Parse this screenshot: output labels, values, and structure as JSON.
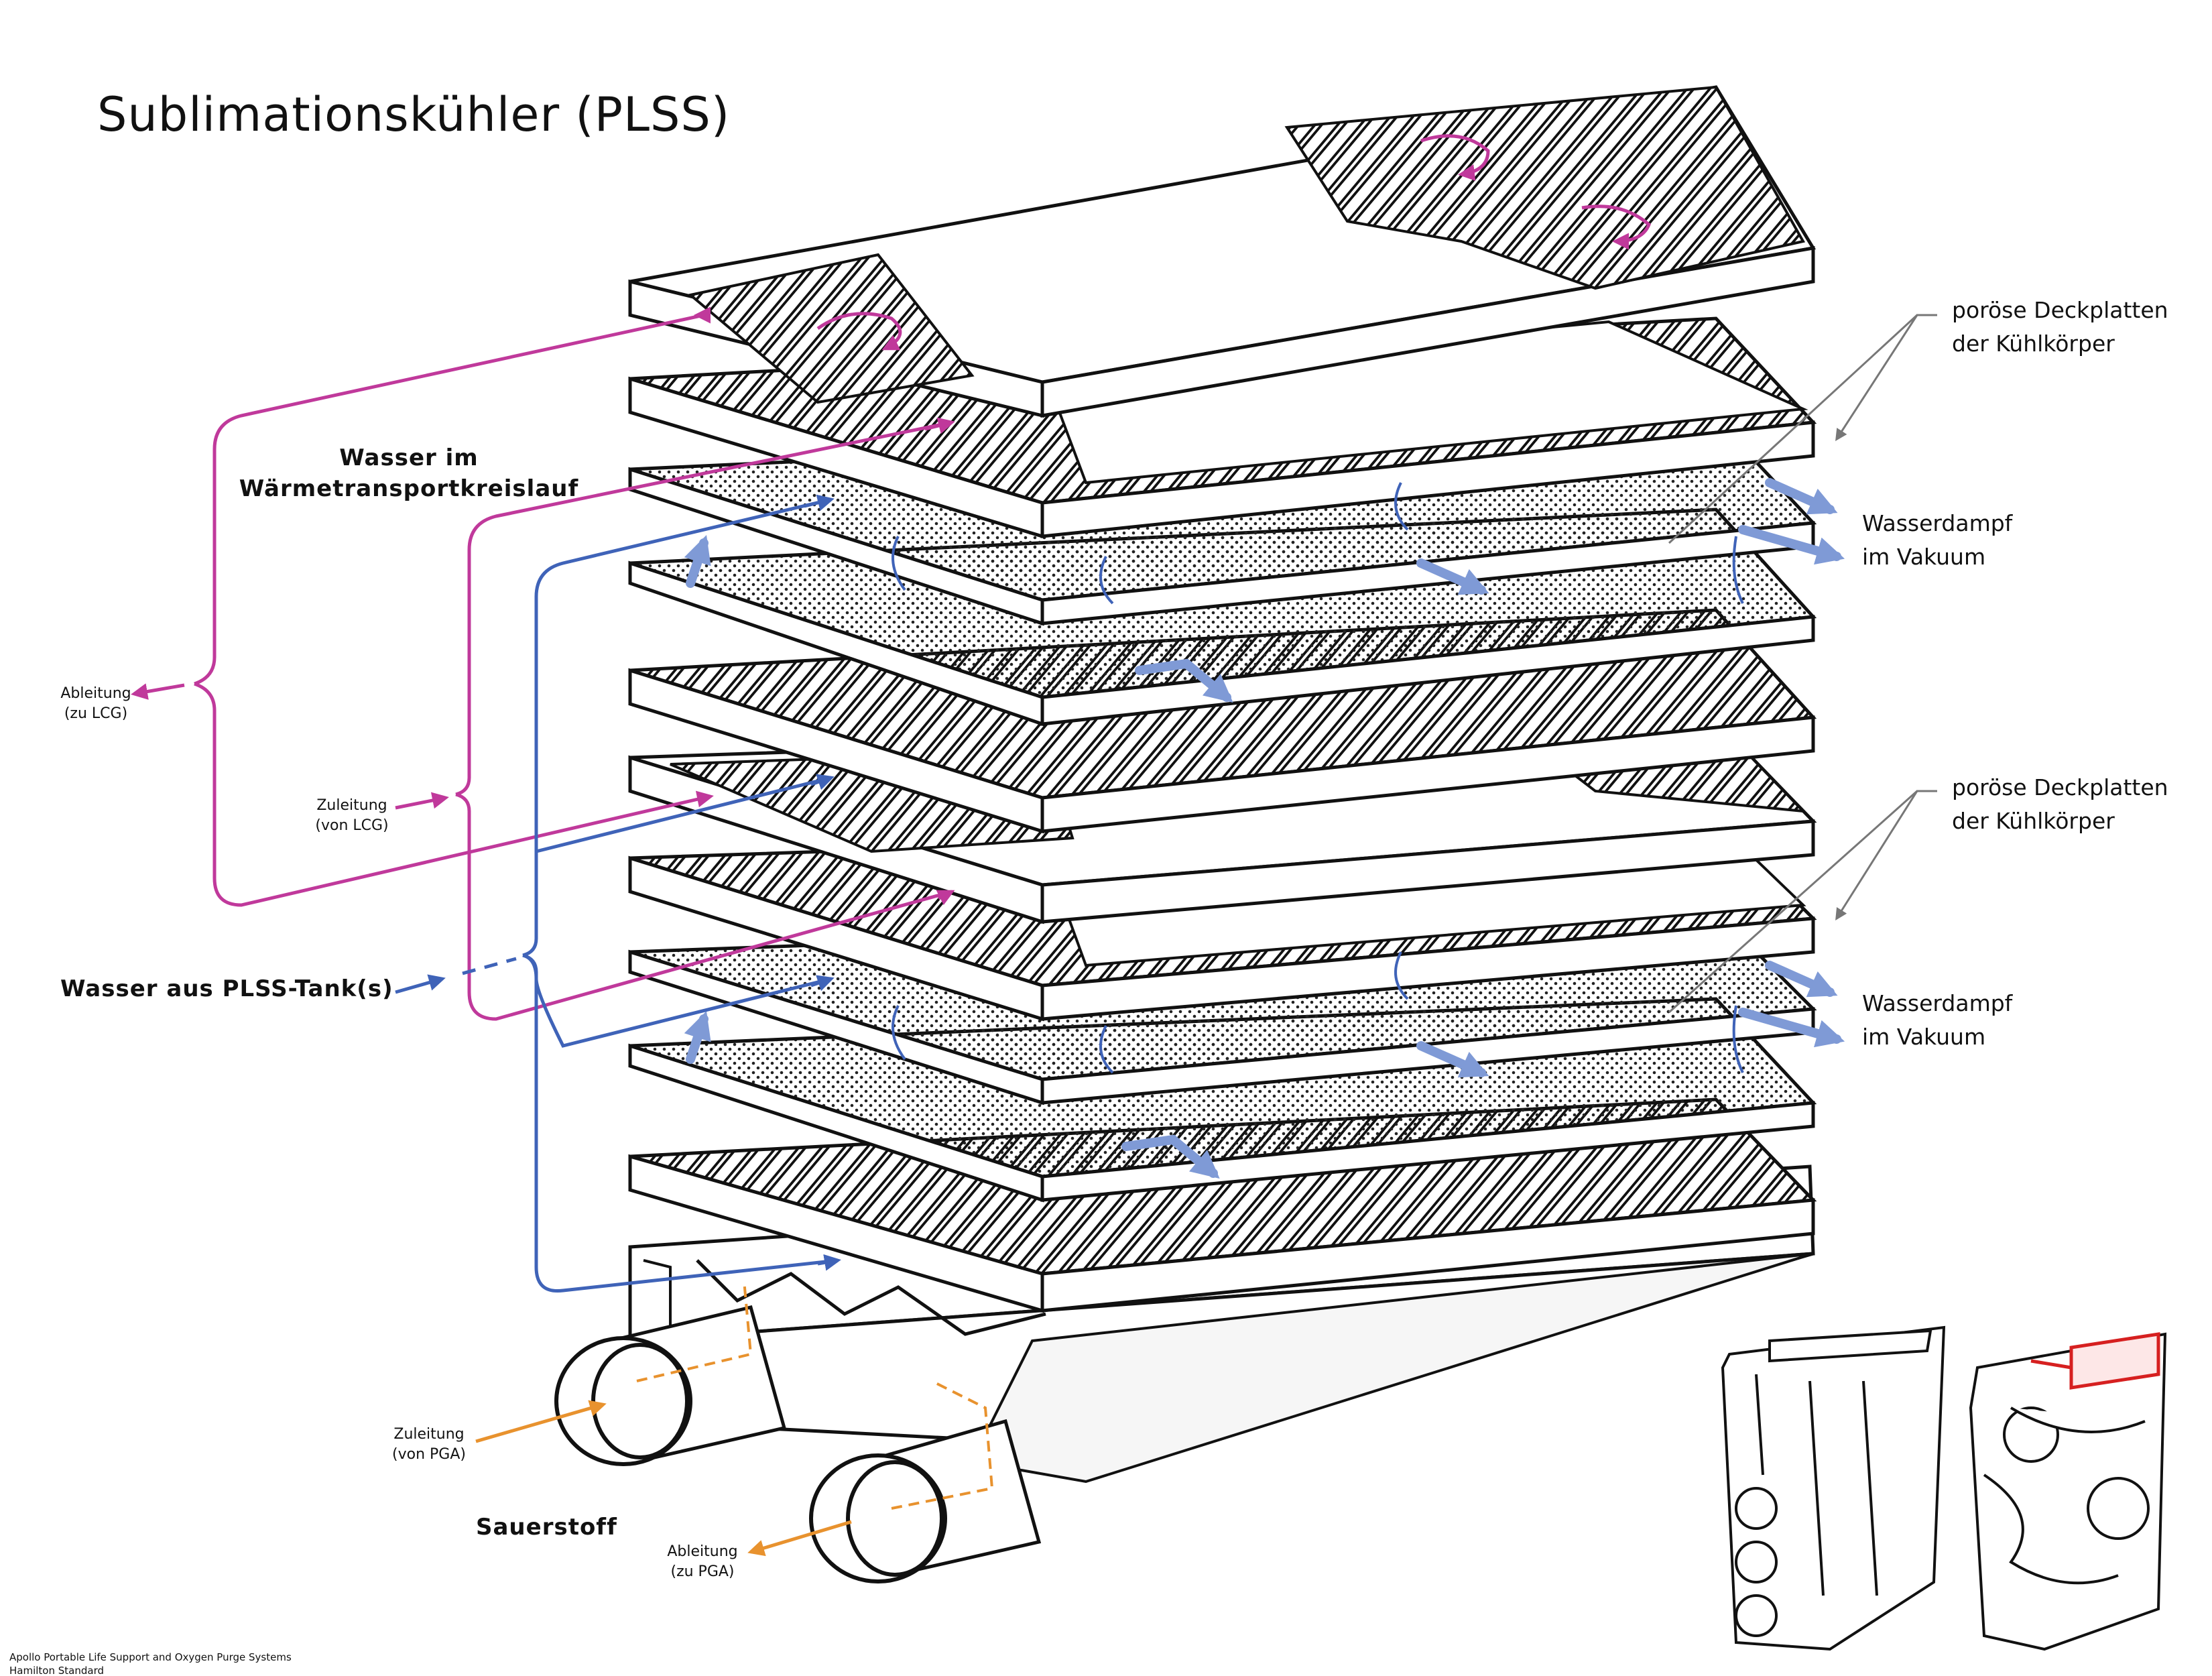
{
  "title": "Sublimationskühler (PLSS)",
  "labels": {
    "heat_transport_water": [
      "Wasser im",
      "Wärmetransportkreislauf"
    ],
    "outlet_lcg": [
      "Ableitung",
      "(zu LCG)"
    ],
    "inlet_lcg": [
      "Zuleitung",
      "(von LCG)"
    ],
    "tank_water": "Wasser aus PLSS-Tank(s)",
    "inlet_pga": [
      "Zuleitung",
      "(von PGA)"
    ],
    "outlet_pga": [
      "Ableitung",
      "(zu PGA)"
    ],
    "oxygen": "Sauerstoff",
    "porous_plates": [
      "poröse Deckplatten",
      "der Kühlkörper"
    ],
    "vapor": [
      "Wasserdampf",
      "im Vakuum"
    ]
  },
  "credit": [
    "Apollo Portable Life Support and Oxygen Purge Systems",
    "Hamilton Standard"
  ],
  "colors": {
    "transport_loop": "#c0399b",
    "tank_water": "#3f63b8",
    "oxygen": "#e8922e",
    "vapor": "#7f9ad6",
    "ink": "#111111"
  }
}
